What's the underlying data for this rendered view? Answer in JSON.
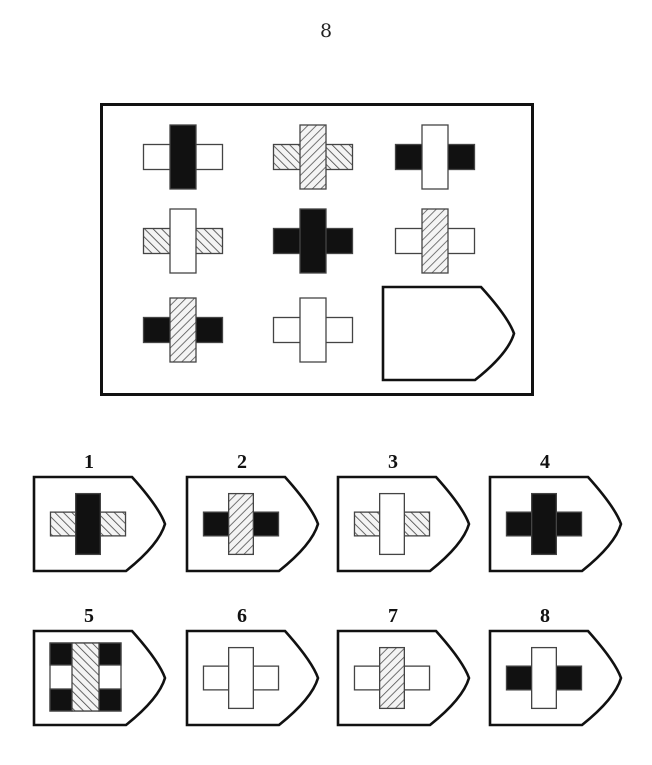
{
  "title": "8",
  "colors": {
    "black": "#111111",
    "hatch": "#555555",
    "outline": "#444444",
    "white": "#ffffff"
  },
  "matrix": {
    "cells": [
      {
        "row": 1,
        "col": 1,
        "vertical": "black",
        "horizontal": "white"
      },
      {
        "row": 1,
        "col": 2,
        "vertical": "hatch",
        "horizontal": "hatch"
      },
      {
        "row": 1,
        "col": 3,
        "vertical": "white",
        "horizontal": "black"
      },
      {
        "row": 2,
        "col": 1,
        "vertical": "white",
        "horizontal": "hatch"
      },
      {
        "row": 2,
        "col": 2,
        "vertical": "black",
        "horizontal": "black"
      },
      {
        "row": 2,
        "col": 3,
        "vertical": "hatch",
        "horizontal": "white"
      },
      {
        "row": 3,
        "col": 1,
        "vertical": "hatch",
        "horizontal": "black"
      },
      {
        "row": 3,
        "col": 2,
        "vertical": "white",
        "horizontal": "white"
      },
      {
        "row": 3,
        "col": 3,
        "empty": true,
        "label": "missing-answer-slot"
      }
    ]
  },
  "options": [
    {
      "label": "1",
      "vertical": "black",
      "horizontal": "hatch"
    },
    {
      "label": "2",
      "vertical": "hatch",
      "horizontal": "black"
    },
    {
      "label": "3",
      "vertical": "white",
      "horizontal": "hatch"
    },
    {
      "label": "4",
      "vertical": "black",
      "horizontal": "black"
    },
    {
      "label": "5",
      "special": "hatch-bar-with-black-corners"
    },
    {
      "label": "6",
      "vertical": "white",
      "horizontal": "white"
    },
    {
      "label": "7",
      "vertical": "hatch",
      "horizontal": "white"
    },
    {
      "label": "8",
      "vertical": "white",
      "horizontal": "black"
    }
  ]
}
